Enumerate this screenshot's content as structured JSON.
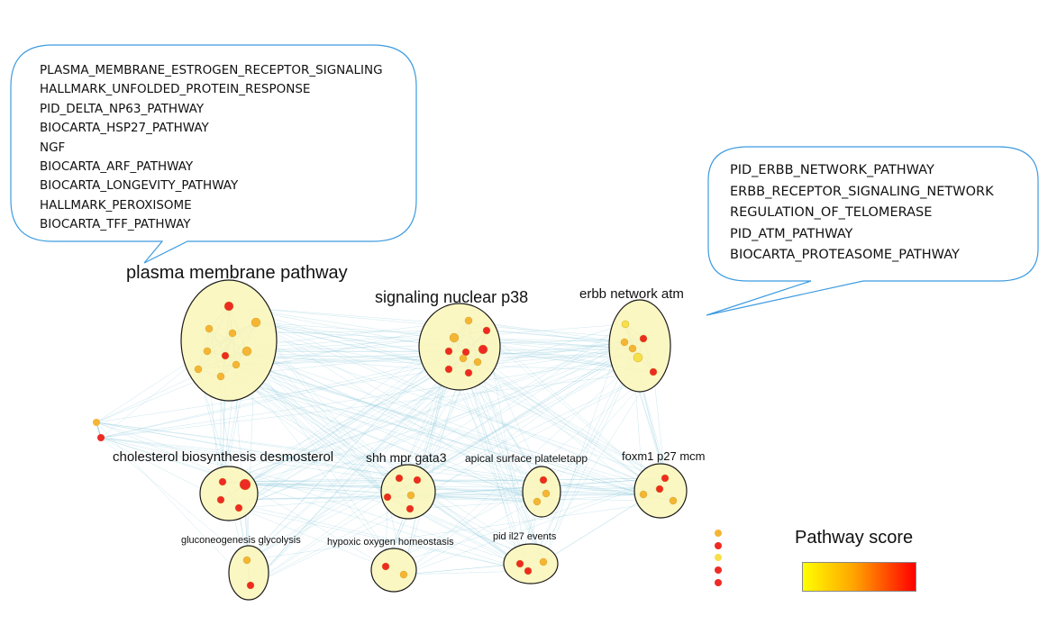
{
  "callouts": {
    "left": {
      "items": [
        "PLASMA_MEMBRANE_ESTROGEN_RECEPTOR_SIGNALING",
        "HALLMARK_UNFOLDED_PROTEIN_RESPONSE",
        "PID_DELTA_NP63_PATHWAY",
        "BIOCARTA_HSP27_PATHWAY",
        "NGF",
        "BIOCARTA_ARF_PATHWAY",
        "BIOCARTA_LONGEVITY_PATHWAY",
        "HALLMARK_PEROXISOME",
        "BIOCARTA_TFF_PATHWAY"
      ]
    },
    "right": {
      "items": [
        "PID_ERBB_NETWORK_PATHWAY",
        "ERBB_RECEPTOR_SIGNALING_NETWORK",
        "REGULATION_OF_TELOMERASE",
        "PID_ATM_PATHWAY",
        "BIOCARTA_PROTEASOME_PATHWAY"
      ]
    }
  },
  "clusters": [
    {
      "id": "plasma",
      "label": "plasma membrane pathway",
      "nodes": [
        "red",
        "orange",
        "orange",
        "orange",
        "orange",
        "red",
        "orange",
        "orange",
        "orange",
        "orange"
      ]
    },
    {
      "id": "p38",
      "label": "signaling nuclear p38",
      "nodes": [
        "orange",
        "red",
        "orange",
        "red",
        "red",
        "red",
        "orange",
        "orange",
        "red",
        "red"
      ]
    },
    {
      "id": "erbb",
      "label": "erbb network atm",
      "nodes": [
        "yellow",
        "red",
        "orange",
        "orange",
        "yellow",
        "red"
      ]
    },
    {
      "id": "cholesterol",
      "label": "cholesterol biosynthesis desmosterol",
      "nodes": [
        "red",
        "red",
        "red",
        "red"
      ]
    },
    {
      "id": "shh",
      "label": "shh mpr gata3",
      "nodes": [
        "red",
        "red",
        "orange",
        "red",
        "red"
      ]
    },
    {
      "id": "apical",
      "label": "apical surface plateletapp",
      "nodes": [
        "red",
        "orange",
        "orange"
      ]
    },
    {
      "id": "foxm1",
      "label": "foxm1 p27 mcm",
      "nodes": [
        "red",
        "red",
        "orange",
        "orange"
      ]
    },
    {
      "id": "gluco",
      "label": "gluconeogenesis glycolysis",
      "nodes": [
        "orange",
        "red"
      ]
    },
    {
      "id": "hypoxic",
      "label": "hypoxic oxygen homeostasis",
      "nodes": [
        "red",
        "orange"
      ]
    },
    {
      "id": "pid_il27",
      "label": "pid il27 events",
      "nodes": [
        "red",
        "orange",
        "red"
      ]
    }
  ],
  "loose_nodes": [
    "orange",
    "red"
  ],
  "legend_dots": [
    "orange",
    "red",
    "yellow",
    "red",
    "red"
  ],
  "legend": {
    "title": "Pathway score",
    "colors": {
      "low": "#ffff00",
      "mid": "#ffa500",
      "high": "#ff0000"
    }
  },
  "colors": {
    "cluster_fill": "#fbf6bd",
    "edge": "#8ec9dc",
    "callout_border": "#3d9be0",
    "red": "#ee2a24",
    "orange": "#f5b534",
    "yellow": "#f7df4a"
  }
}
